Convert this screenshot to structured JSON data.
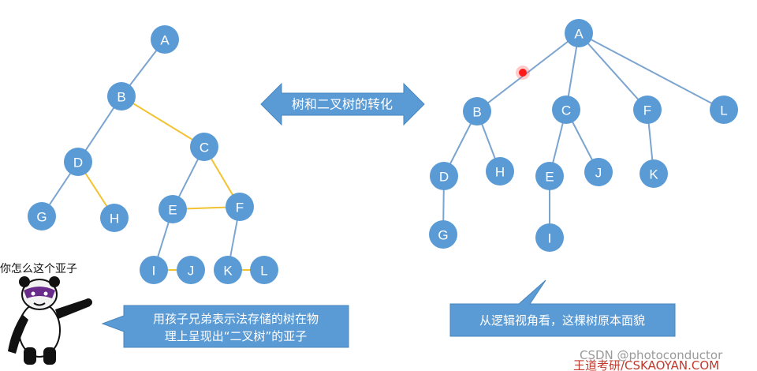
{
  "colors": {
    "node_fill": "#5b9bd5",
    "edge_child": "#7ba4cf",
    "edge_sibling": "#f2c230",
    "arrow_fill": "#5b9bd5",
    "callout_fill": "#5b9bd5",
    "laser_dot": "#ff1a1a"
  },
  "binary_tree": {
    "nodes": {
      "A": "A",
      "B": "B",
      "C": "C",
      "D": "D",
      "E": "E",
      "F": "F",
      "G": "G",
      "H": "H",
      "I": "I",
      "J": "J",
      "K": "K",
      "L": "L"
    },
    "first_child_edges": [
      [
        "A",
        "B"
      ],
      [
        "B",
        "D"
      ],
      [
        "D",
        "G"
      ],
      [
        "C",
        "E"
      ],
      [
        "E",
        "I"
      ],
      [
        "F",
        "K"
      ]
    ],
    "next_sibling_edges": [
      [
        "B",
        "C"
      ],
      [
        "D",
        "H"
      ],
      [
        "C",
        "F"
      ],
      [
        "E",
        "F"
      ],
      [
        "I",
        "J"
      ],
      [
        "K",
        "L"
      ]
    ]
  },
  "original_tree": {
    "nodes": {
      "A": "A",
      "B": "B",
      "C": "C",
      "F": "F",
      "L": "L",
      "D": "D",
      "H": "H",
      "E": "E",
      "J": "J",
      "K": "K",
      "G": "G",
      "I": "I"
    },
    "edges": [
      [
        "A",
        "B"
      ],
      [
        "A",
        "C"
      ],
      [
        "A",
        "F"
      ],
      [
        "A",
        "L"
      ],
      [
        "B",
        "D"
      ],
      [
        "B",
        "H"
      ],
      [
        "C",
        "E"
      ],
      [
        "C",
        "J"
      ],
      [
        "F",
        "K"
      ],
      [
        "D",
        "G"
      ],
      [
        "E",
        "I"
      ]
    ]
  },
  "conversion_arrow": {
    "label": "树和二叉树的转化"
  },
  "callouts": {
    "left": {
      "line1": "用孩子兄弟表示法存储的树在物",
      "line2": "理上呈现出“二叉树”的亚子"
    },
    "right": {
      "text": "从逻辑视角看，这棵树原本面貌"
    }
  },
  "meme": {
    "caption": "你怎么这个亚子"
  },
  "watermarks": {
    "top": "CSDN @photoconductor",
    "bottom": "王道考研/CSKAOYAN.COM"
  }
}
